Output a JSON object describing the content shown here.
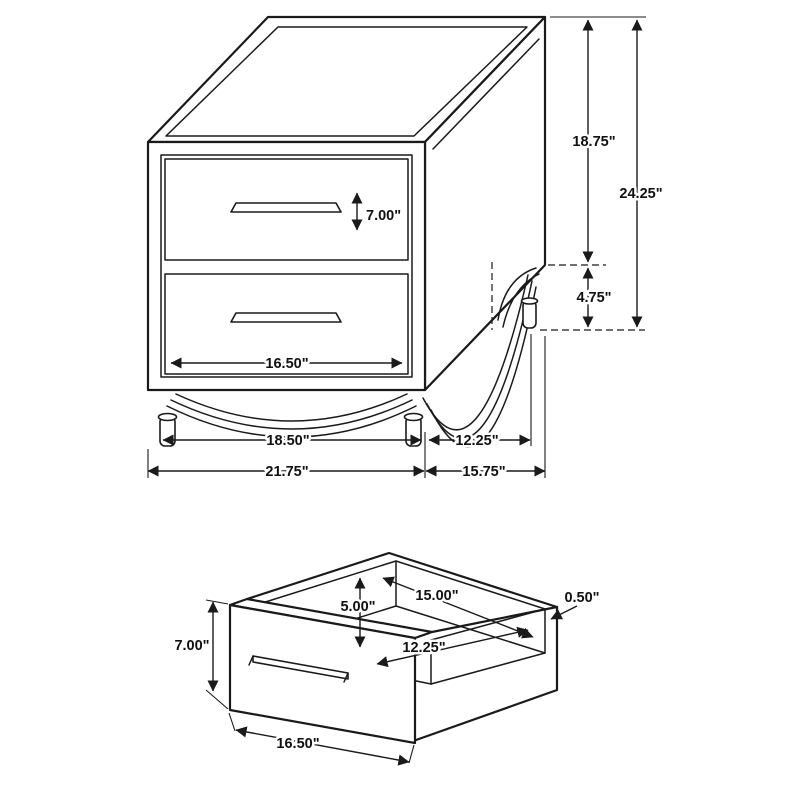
{
  "page": {
    "background": "#ffffff",
    "line_color": "#1a1a1a"
  },
  "nightstand_view": {
    "labels": {
      "drawer_height": "7.00\"",
      "drawer_width": "16.50\"",
      "case_height": "18.75\"",
      "total_height": "24.25\"",
      "leg_height": "4.75\"",
      "front_leg_span": "18.50\"",
      "side_leg_span": "12.25\"",
      "total_width": "21.75\"",
      "total_depth": "15.75\""
    }
  },
  "drawer_view": {
    "labels": {
      "front_height": "7.00\"",
      "inner_height": "5.00\"",
      "inner_width": "15.00\"",
      "wall_thickness": "0.50\"",
      "inner_depth": "12.25\"",
      "front_width": "16.50\""
    }
  }
}
